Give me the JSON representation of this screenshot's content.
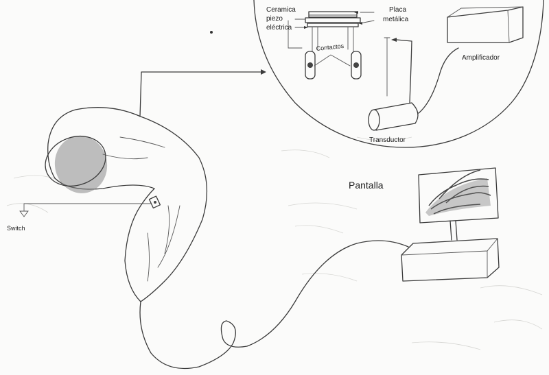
{
  "labels": {
    "ceramic": [
      "Ceramica",
      "piezo",
      "eléctrica"
    ],
    "plate": [
      "Placa",
      "metálica"
    ],
    "contacts": "Contactos",
    "amplifier": "Amplificador",
    "transducer": "Transductor",
    "screen": "Pantalla",
    "switch": "Switch"
  },
  "colors": {
    "ink": "#3a3a3a",
    "paper": "#fbfbfa",
    "shade": "#8a8a8a"
  },
  "icons": {
    "ground": "ground-symbol-icon",
    "hand_image": "hand-xray-icon"
  }
}
